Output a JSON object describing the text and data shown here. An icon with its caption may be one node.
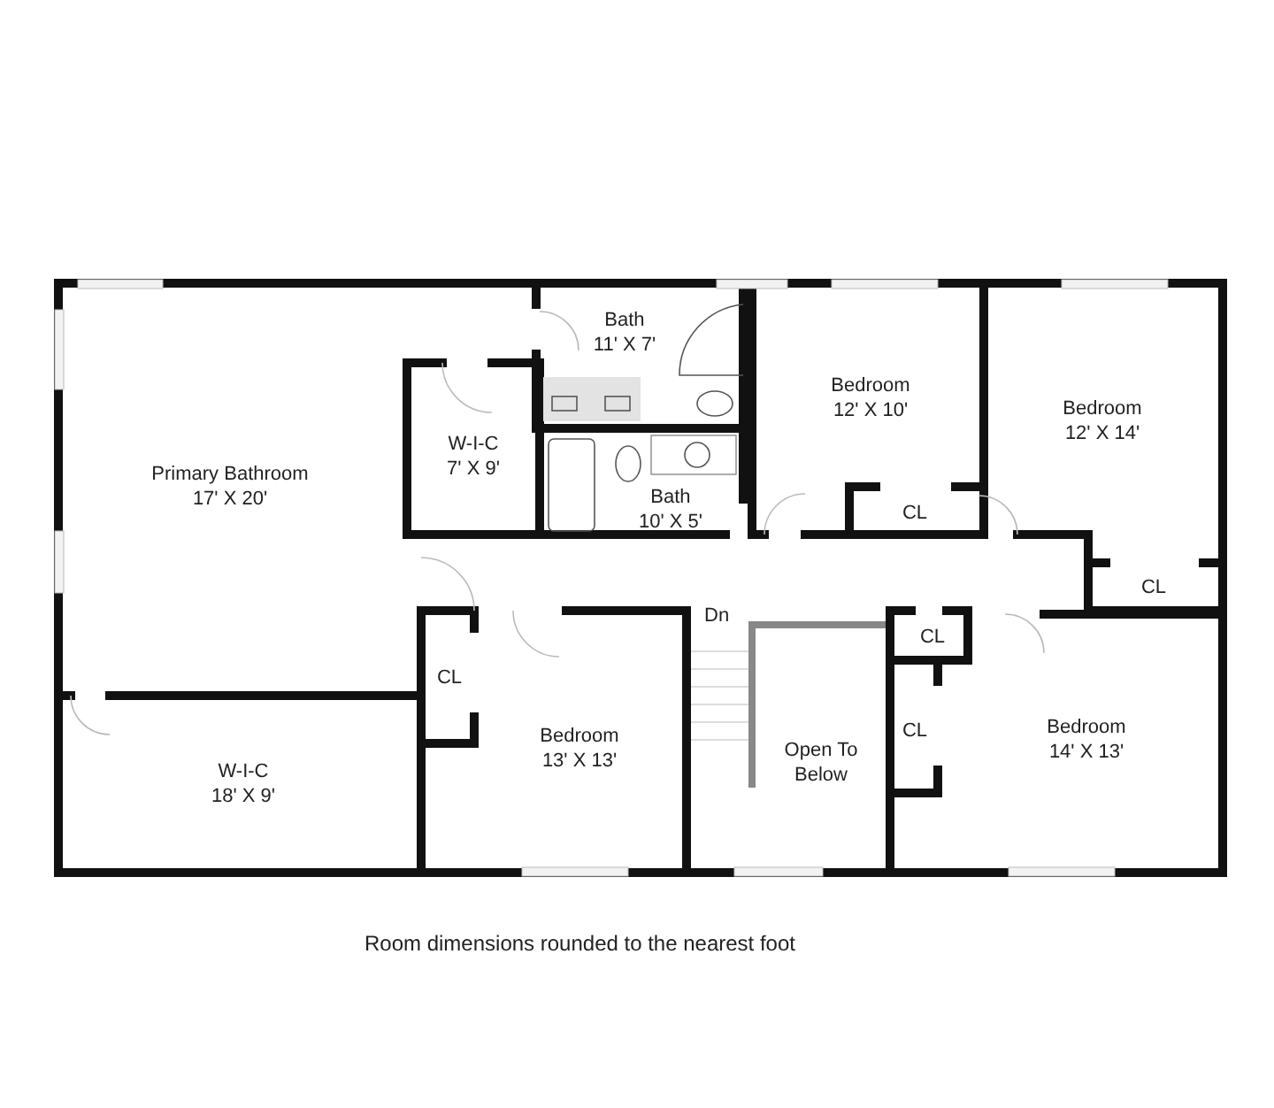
{
  "diagram": {
    "nodes": [
      {
        "text": [
          "Primary Bathroom",
          "17' X 20'"
        ]
      },
      {
        "text": [
          "Bath",
          "11' X 7'"
        ]
      },
      {
        "text": [
          "W-I-C",
          "7' X 9'"
        ]
      },
      {
        "text": [
          "Bath",
          "10' X 5'"
        ]
      },
      {
        "text": [
          "Bedroom",
          "12' X 10'"
        ]
      },
      {
        "text": [
          "CL"
        ]
      },
      {
        "text": [
          "Bedroom",
          "12' X 14'"
        ]
      },
      {
        "text": [
          "CL"
        ]
      },
      {
        "text": [
          "W-I-C",
          "18' X 9'"
        ]
      },
      {
        "text": [
          "CL"
        ]
      },
      {
        "text": [
          "Bedroom",
          "13' X 13'"
        ]
      },
      {
        "text": [
          "CL"
        ]
      },
      {
        "text": [
          "Open To Below"
        ]
      },
      {
        "text": [
          "CL"
        ]
      },
      {
        "text": [
          "Bedroom",
          "14' X 13'"
        ]
      }
    ],
    "labels": [
      "Dn",
      "Room dimensions rounded to the nearest foot"
    ]
  }
}
